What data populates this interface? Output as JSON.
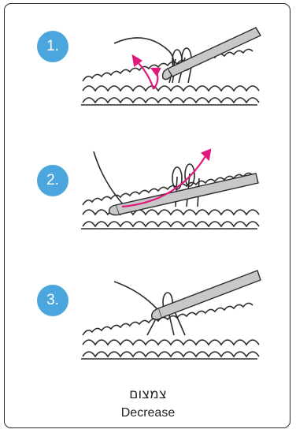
{
  "steps": [
    {
      "label": "1."
    },
    {
      "label": "2."
    },
    {
      "label": "3."
    }
  ],
  "caption": {
    "hebrew": "צמצום",
    "english": "Decrease"
  },
  "colors": {
    "badge": "#4aa6dd",
    "arrow": "#e0197d",
    "hook": "#c8c8c8",
    "outline": "#2b2b2b"
  },
  "icons": [
    "crochet-hook-icon",
    "yarn-loop-icon",
    "direction-arrow-icon"
  ]
}
